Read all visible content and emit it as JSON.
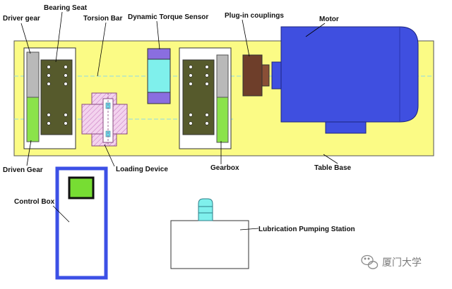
{
  "labels": {
    "driver_gear": "Driver gear",
    "bearing_seat": "Bearing Seat",
    "torsion_bar": "Torsion Bar",
    "dynamic_torque_sensor": "Dynamic Torque Sensor",
    "plugin_couplings": "Plug-in couplings",
    "motor": "Motor",
    "driven_gear": "Driven Gear",
    "loading_device": "Loading Device",
    "gearbox": "Gearbox",
    "table_base": "Table Base",
    "control_box": "Control Box",
    "lubrication_station": "Lubrication Pumping Station"
  },
  "watermark": {
    "text": "厦门大学",
    "icon": "wechat-icon"
  },
  "colors": {
    "table_base": "#fbfb85",
    "motor": "#3f4fe0",
    "gear_green": "#8be34a",
    "gear_gray": "#b9b9b9",
    "bearing_seat": "#565a2c",
    "coupling": "#6e3e2a",
    "sensor_cyan": "#7ff0ec",
    "sensor_purple": "#8a6ee0",
    "control_box_frame": "#3c50e6",
    "control_screen": "#77dd33",
    "loading_device": "#e9b5e0"
  }
}
